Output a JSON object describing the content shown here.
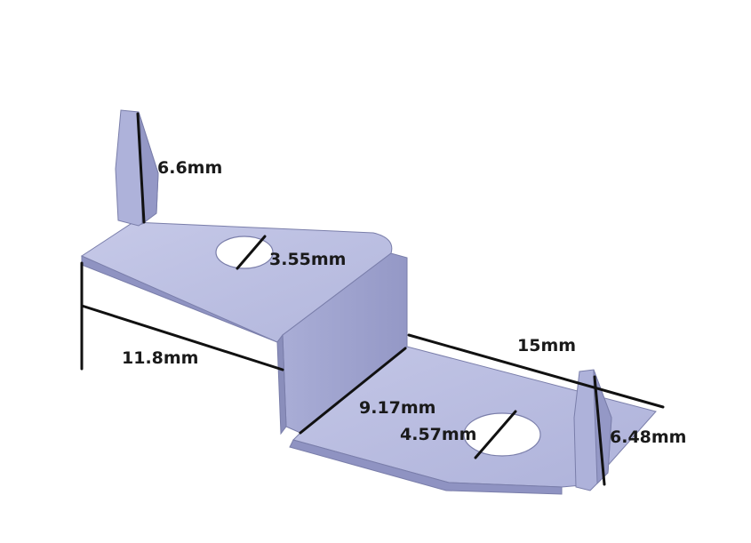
{
  "dimensions": {
    "tab_height": "6.6mm",
    "upper_hole_diameter": "3.55mm",
    "offset_height": "11.8mm",
    "overall_length": "15mm",
    "lower_flange_length": "9.17mm",
    "lower_hole_diameter": "4.57mm",
    "right_tab_height": "6.48mm"
  },
  "colors": {
    "top_face": "#b9bde0",
    "side_face": "#9ea2cc",
    "dark_face": "#8a8ebb",
    "edge": "#7a7eaa",
    "dimension_line": "#111111"
  }
}
